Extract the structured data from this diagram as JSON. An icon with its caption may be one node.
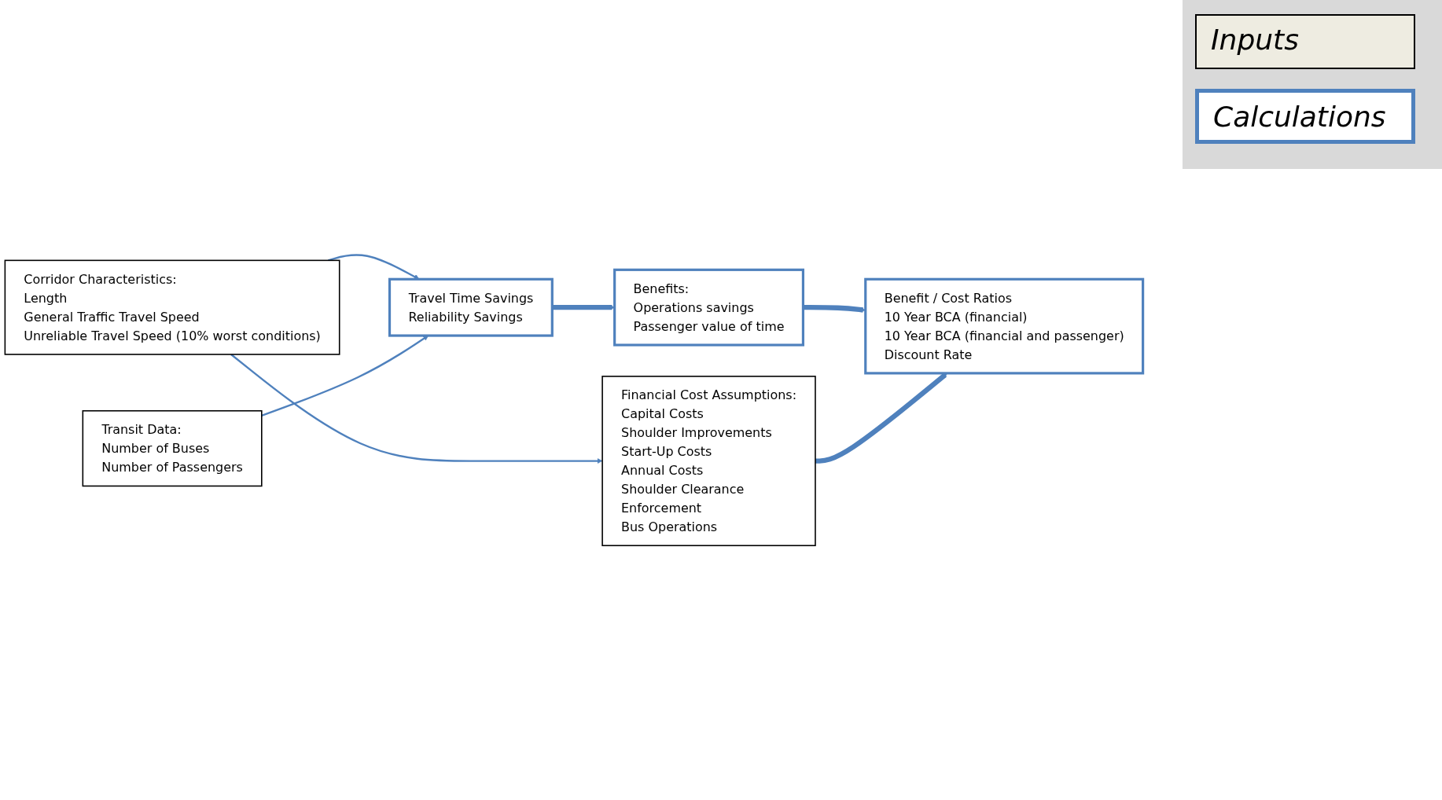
{
  "diagram": {
    "nodes": [
      {
        "text": [
          "Corridor Characteristics:",
          "Length",
          "General Traffic Travel Speed",
          "Unreliable Travel Speed (10% worst conditions)"
        ]
      },
      {
        "text": [
          "Transit Data:",
          "Number of Buses",
          "Number of Passengers"
        ]
      },
      {
        "text": [
          "Travel Time Savings",
          "Reliability  Savings"
        ]
      },
      {
        "text": [
          "Benefits:",
          "Operations savings",
          "Passenger value of time"
        ]
      },
      {
        "text": [
          "Financial Cost Assumptions:",
          "Capital Costs",
          "Shoulder Improvements",
          "Start-Up Costs",
          "Annual Costs",
          "Shoulder Clearance",
          "Enforcement",
          "Bus Operations"
        ]
      },
      {
        "text": [
          "Benefit / Cost Ratios",
          "10 Year BCA (financial)",
          "10 Year BCA (financial and passenger)",
          "Discount Rate"
        ]
      }
    ],
    "edges": [
      {
        "from": 0,
        "to": 2,
        "arrow": "to"
      },
      {
        "from": 1,
        "to": 2,
        "arrow": "to"
      },
      {
        "from": 2,
        "to": 3,
        "arrow": "to",
        "style": "thick"
      },
      {
        "from": 3,
        "to": 5,
        "arrow": "to",
        "style": "thick"
      },
      {
        "from": 0,
        "to": 4,
        "arrow": "to"
      },
      {
        "from": 4,
        "to": 5,
        "arrow": "to",
        "style": "thick"
      }
    ],
    "legend": [
      {
        "text": "Inputs",
        "color": "#eeece1"
      },
      {
        "text": "Calculations",
        "color": "#ffffff"
      }
    ]
  }
}
